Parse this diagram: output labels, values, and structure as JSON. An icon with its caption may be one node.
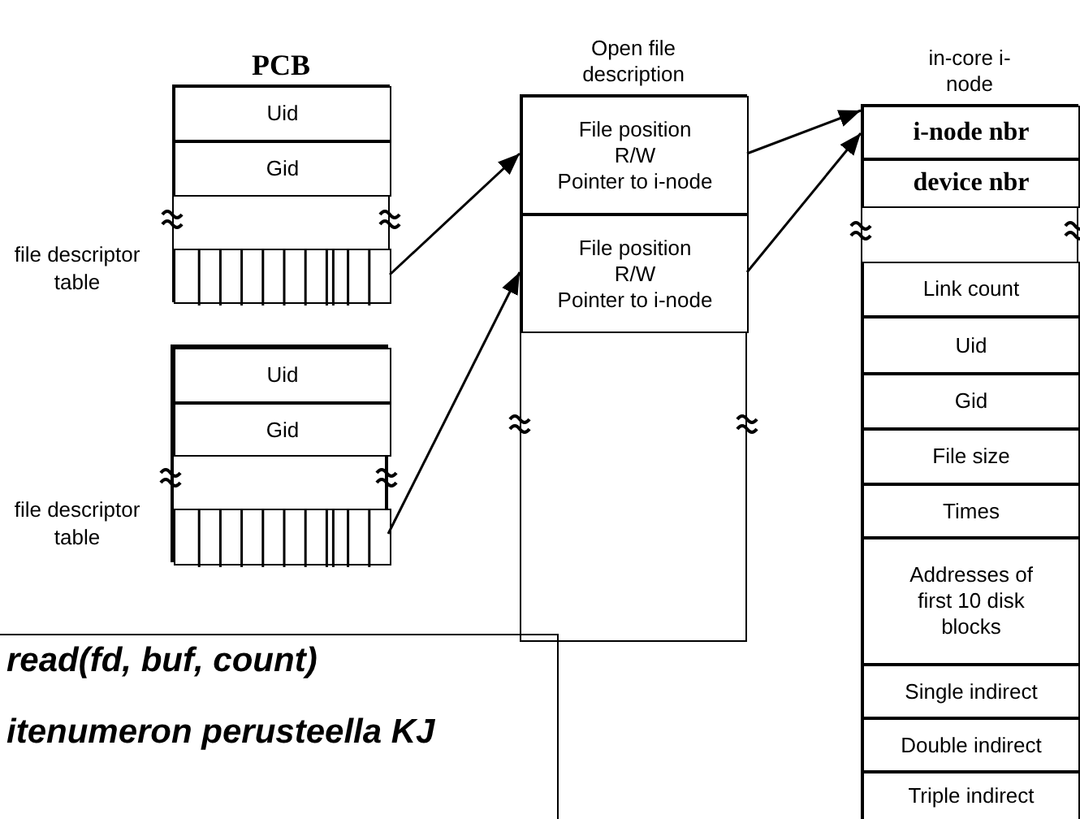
{
  "diagram": {
    "nodes": [
      {
        "text": [
          "PCB"
        ]
      },
      {
        "text": [
          "Uid"
        ],
        "in": 0
      },
      {
        "text": [
          "Gid"
        ],
        "in": 0
      },
      {
        "text": [],
        "shape": "box",
        "in": 0,
        "beside": [
          "file descriptor table"
        ]
      },
      {
        "text": [],
        "shape": "box"
      },
      {
        "text": [
          "Uid"
        ],
        "in": 4
      },
      {
        "text": [
          "Gid"
        ],
        "in": 4
      },
      {
        "text": [],
        "shape": "box",
        "in": 4,
        "beside": [
          "file descriptor table"
        ]
      },
      {
        "text": [
          "Open file description"
        ]
      },
      {
        "text": [
          "File position",
          "R/W",
          "Pointer to i-node"
        ],
        "in": 8
      },
      {
        "text": [
          "File position",
          "R/W",
          "Pointer to i-node"
        ],
        "in": 8
      },
      {
        "text": [
          "in-core i-node"
        ]
      },
      {
        "text": [
          "i-node nbr"
        ],
        "in": 11
      },
      {
        "text": [
          "device nbr"
        ],
        "in": 11
      },
      {
        "text": [
          "Link count"
        ],
        "in": 11
      },
      {
        "text": [
          "Uid"
        ],
        "in": 11
      },
      {
        "text": [
          "Gid"
        ],
        "in": 11
      },
      {
        "text": [
          "File size"
        ],
        "in": 11
      },
      {
        "text": [
          "Times"
        ],
        "in": 11
      },
      {
        "text": [
          "Addresses of first 10 disk blocks"
        ],
        "in": 11
      },
      {
        "text": [
          "Single indirect"
        ],
        "in": 11
      },
      {
        "text": [
          "Double indirect"
        ],
        "in": 11
      },
      {
        "text": [
          "Triple indirect"
        ],
        "in": 11
      },
      {
        "text": [
          "read(fd, buf, count)",
          "itenumeron perusteella KJ"
        ]
      }
    ],
    "edges": [
      {
        "from": 3,
        "to": 9,
        "arrow": "to"
      },
      {
        "from": 7,
        "to": 10,
        "arrow": "to"
      },
      {
        "from": 9,
        "to": 11,
        "arrow": "to"
      },
      {
        "from": 10,
        "to": 11,
        "arrow": "to"
      }
    ]
  }
}
